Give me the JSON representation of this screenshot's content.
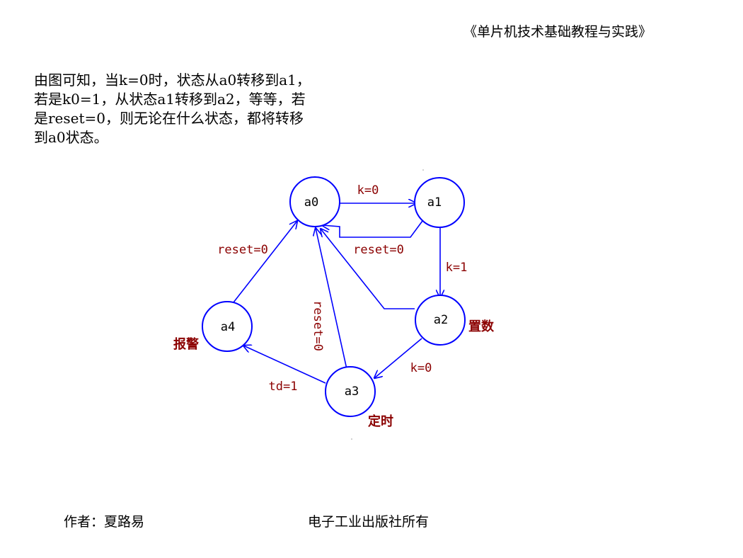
{
  "header": {
    "book_title": "《单片机技术基础教程与实践》"
  },
  "intro": {
    "lines": [
      "由图可知，当k=0时，状态从a0转移到a1，",
      "若是k0=1，从状态a1转移到a2，等等，若",
      "是reset=0，则无论在什么状态，都将转移",
      "到a0状态。"
    ]
  },
  "diagram": {
    "states": {
      "a0": "a0",
      "a1": "a1",
      "a2": "a2",
      "a3": "a3",
      "a4": "a4"
    },
    "transitions": {
      "a0_a1": "k=0",
      "a1_a0": "reset=0",
      "a1_a2": "k=1",
      "a2_a3": "k=0",
      "a3_a4": "td=1",
      "a3_a0": "reset=0",
      "a4_a0": "reset=0"
    },
    "notes": {
      "a2": "置数",
      "a3": "定时",
      "a4": "报警"
    },
    "colors": {
      "stroke": "#0000ff",
      "label": "#8b0000"
    }
  },
  "footer": {
    "author": "作者：夏路易",
    "publisher": "电子工业出版社所有"
  }
}
